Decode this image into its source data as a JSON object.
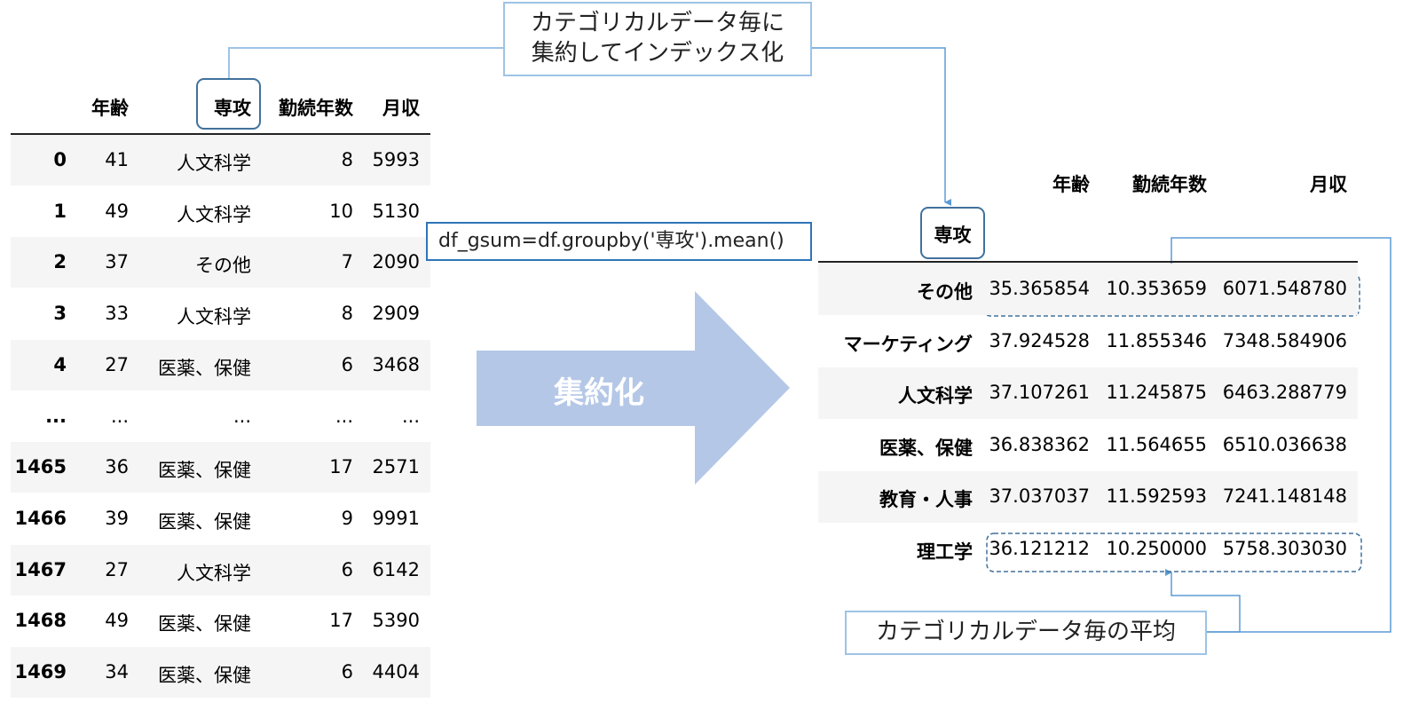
{
  "colors": {
    "arrow": "#b4c7e7",
    "callout_border": "#9dc3e6",
    "code_border": "#2e75b6",
    "stripe": "#f5f5f5"
  },
  "callouts": {
    "index_note": [
      "カテゴリカルデータ毎に",
      "集約してインデックス化"
    ],
    "code": "df_gsum=df.groupby('専攻').mean()",
    "mean_note": "カテゴリカルデータ毎の平均"
  },
  "arrow_label": "集約化",
  "left_table": {
    "columns": [
      "年齢",
      "専攻",
      "勤続年数",
      "月収"
    ],
    "rows": [
      [
        "0",
        "41",
        "人文科学",
        "8",
        "5993"
      ],
      [
        "1",
        "49",
        "人文科学",
        "10",
        "5130"
      ],
      [
        "2",
        "37",
        "その他",
        "7",
        "2090"
      ],
      [
        "3",
        "33",
        "人文科学",
        "8",
        "2909"
      ],
      [
        "4",
        "27",
        "医薬、保健",
        "6",
        "3468"
      ],
      [
        "...",
        "...",
        "...",
        "...",
        "..."
      ],
      [
        "1465",
        "36",
        "医薬、保健",
        "17",
        "2571"
      ],
      [
        "1466",
        "39",
        "医薬、保健",
        "9",
        "9991"
      ],
      [
        "1467",
        "27",
        "人文科学",
        "6",
        "6142"
      ],
      [
        "1468",
        "49",
        "医薬、保健",
        "17",
        "5390"
      ],
      [
        "1469",
        "34",
        "医薬、保健",
        "6",
        "4404"
      ]
    ]
  },
  "right_table": {
    "index_name": "専攻",
    "columns": [
      "年齢",
      "勤続年数",
      "月収"
    ],
    "rows": [
      [
        "その他",
        "35.365854",
        "10.353659",
        "6071.548780"
      ],
      [
        "マーケティング",
        "37.924528",
        "11.855346",
        "7348.584906"
      ],
      [
        "人文科学",
        "37.107261",
        "11.245875",
        "6463.288779"
      ],
      [
        "医薬、保健",
        "36.838362",
        "11.564655",
        "6510.036638"
      ],
      [
        "教育・人事",
        "37.037037",
        "11.592593",
        "7241.148148"
      ],
      [
        "理工学",
        "36.121212",
        "10.250000",
        "5758.303030"
      ]
    ]
  }
}
